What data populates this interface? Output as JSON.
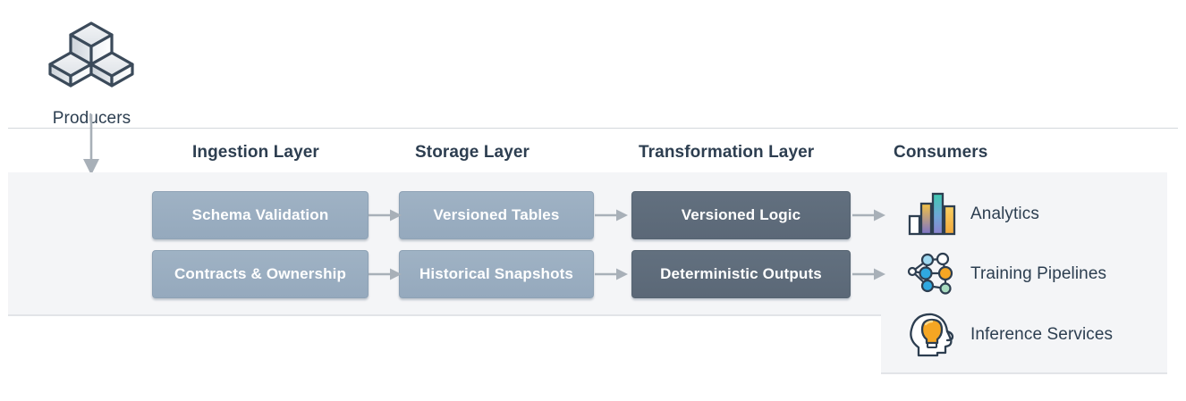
{
  "diagram": {
    "source": {
      "label": "Producers",
      "icon": "cubes-icon"
    },
    "columns": [
      {
        "header": "Ingestion Layer"
      },
      {
        "header": "Storage Layer"
      },
      {
        "header": "Transformation Layer"
      },
      {
        "header": "Consumers"
      }
    ],
    "ingestion_layer": {
      "title": "Ingestion Layer",
      "nodes": [
        {
          "label": "Schema Validation",
          "tone": "light"
        },
        {
          "label": "Contracts & Ownership",
          "tone": "light"
        }
      ]
    },
    "storage_layer": {
      "title": "Storage Layer",
      "nodes": [
        {
          "label": "Versioned Tables",
          "tone": "light"
        },
        {
          "label": "Historical Snapshots",
          "tone": "light"
        }
      ]
    },
    "transformation_layer": {
      "title": "Transformation Layer",
      "nodes": [
        {
          "label": "Versioned Logic",
          "tone": "dark"
        },
        {
          "label": "Deterministic Outputs",
          "tone": "dark"
        }
      ]
    },
    "consumers": {
      "title": "Consumers",
      "items": [
        {
          "label": "Analytics",
          "icon": "bar-chart-icon"
        },
        {
          "label": "Training Pipelines",
          "icon": "neural-network-icon"
        },
        {
          "label": "Inference Services",
          "icon": "head-lightbulb-icon"
        }
      ]
    },
    "connectors": [
      {
        "from": "Producers",
        "to": "Ingestion Layer",
        "orientation": "vertical"
      },
      {
        "from": "Schema Validation",
        "to": "Versioned Tables",
        "orientation": "horizontal"
      },
      {
        "from": "Contracts & Ownership",
        "to": "Historical Snapshots",
        "orientation": "horizontal"
      },
      {
        "from": "Versioned Tables",
        "to": "Versioned Logic",
        "orientation": "horizontal"
      },
      {
        "from": "Historical Snapshots",
        "to": "Deterministic Outputs",
        "orientation": "horizontal"
      },
      {
        "from": "Versioned Logic",
        "to": "Analytics",
        "orientation": "horizontal"
      },
      {
        "from": "Deterministic Outputs",
        "to": "Training Pipelines",
        "orientation": "horizontal"
      }
    ],
    "colors": {
      "page_background": "#ffffff",
      "panel_background": "#f4f5f7",
      "box_light": "#99adc0",
      "box_dark": "#5d6b7a",
      "box_text": "#ffffff",
      "header_text": "#2d3e50",
      "label_text": "#2c3e50",
      "arrow": "#a8b0b8",
      "divider": "#d3d7dc",
      "accent_orange": "#f5a623",
      "accent_blue": "#2fa8e0",
      "accent_teal": "#3fc9b0",
      "accent_green": "#a9dcc0"
    }
  }
}
